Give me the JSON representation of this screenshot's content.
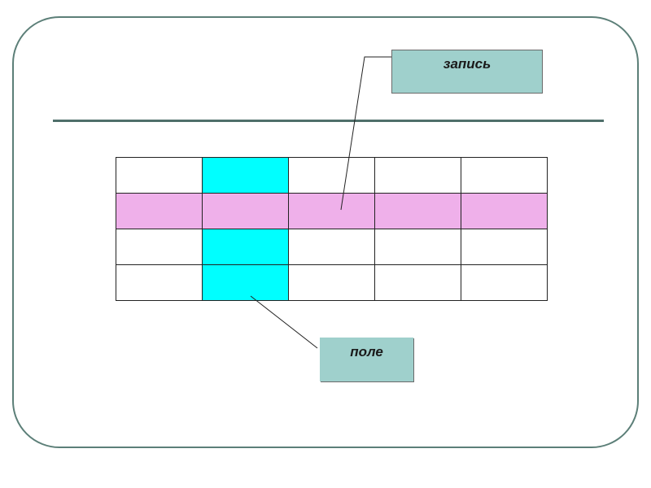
{
  "callouts": {
    "record": "запись",
    "field": "поле"
  },
  "table": {
    "rows": 4,
    "columns": 5,
    "highlighted_row": 1,
    "highlighted_column": 1
  },
  "colors": {
    "frame": "#5c7f78",
    "divider": "#4f6f6a",
    "record_row": "#efb0ea",
    "field_column": "#00ffff",
    "callout_fill": "#9fd0cc"
  }
}
